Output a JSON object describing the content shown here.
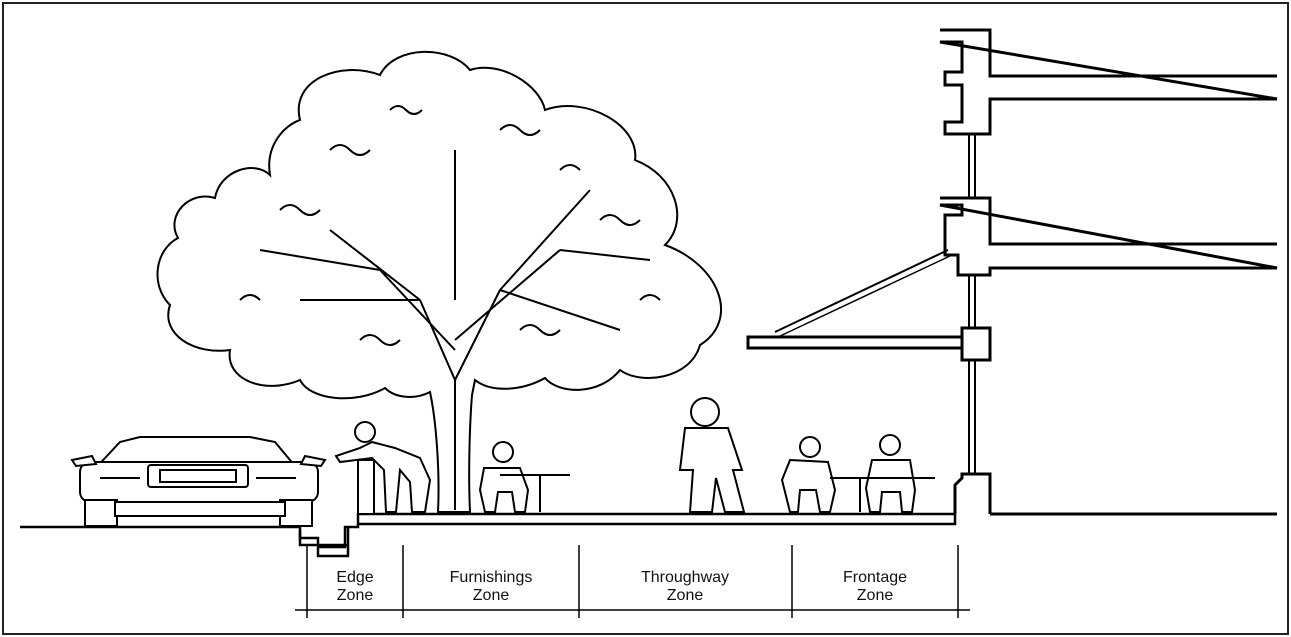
{
  "zones": [
    {
      "line1": "Edge",
      "line2": "Zone"
    },
    {
      "line1": "Furnishings",
      "line2": "Zone"
    },
    {
      "line1": "Throughway",
      "line2": "Zone"
    },
    {
      "line1": "Frontage",
      "line2": "Zone"
    }
  ]
}
